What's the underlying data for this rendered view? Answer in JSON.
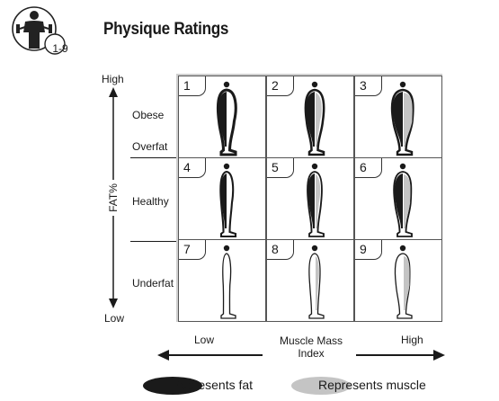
{
  "title": "Physique Ratings",
  "badge_text": "1-9",
  "fat_axis": {
    "label": "FAT%",
    "high": "High",
    "low": "Low"
  },
  "muscle_axis": {
    "label_line1": "Muscle Mass",
    "label_line2": "Index",
    "low": "Low",
    "high": "High"
  },
  "row_labels": {
    "obese": "Obese",
    "overfat": "Overfat",
    "healthy": "Healthy",
    "underfat": "Underfat"
  },
  "cells": [
    {
      "number": "1",
      "fat": 0.85,
      "muscle": 0.1
    },
    {
      "number": "2",
      "fat": 0.6,
      "muscle": 0.5
    },
    {
      "number": "3",
      "fat": 0.55,
      "muscle": 0.9
    },
    {
      "number": "4",
      "fat": 0.4,
      "muscle": 0.1
    },
    {
      "number": "5",
      "fat": 0.3,
      "muscle": 0.45
    },
    {
      "number": "6",
      "fat": 0.3,
      "muscle": 0.8
    },
    {
      "number": "7",
      "fat": 0.05,
      "muscle": 0.05
    },
    {
      "number": "8",
      "fat": 0.05,
      "muscle": 0.4
    },
    {
      "number": "9",
      "fat": 0.05,
      "muscle": 0.85
    }
  ],
  "legend": {
    "fat": "Represents fat",
    "muscle": "Represents muscle"
  },
  "colors": {
    "fat": "#1a1a1a",
    "muscle": "#c4c4c4",
    "grid_bg": "#cfcfcf",
    "outline": "#1a1a1a"
  }
}
